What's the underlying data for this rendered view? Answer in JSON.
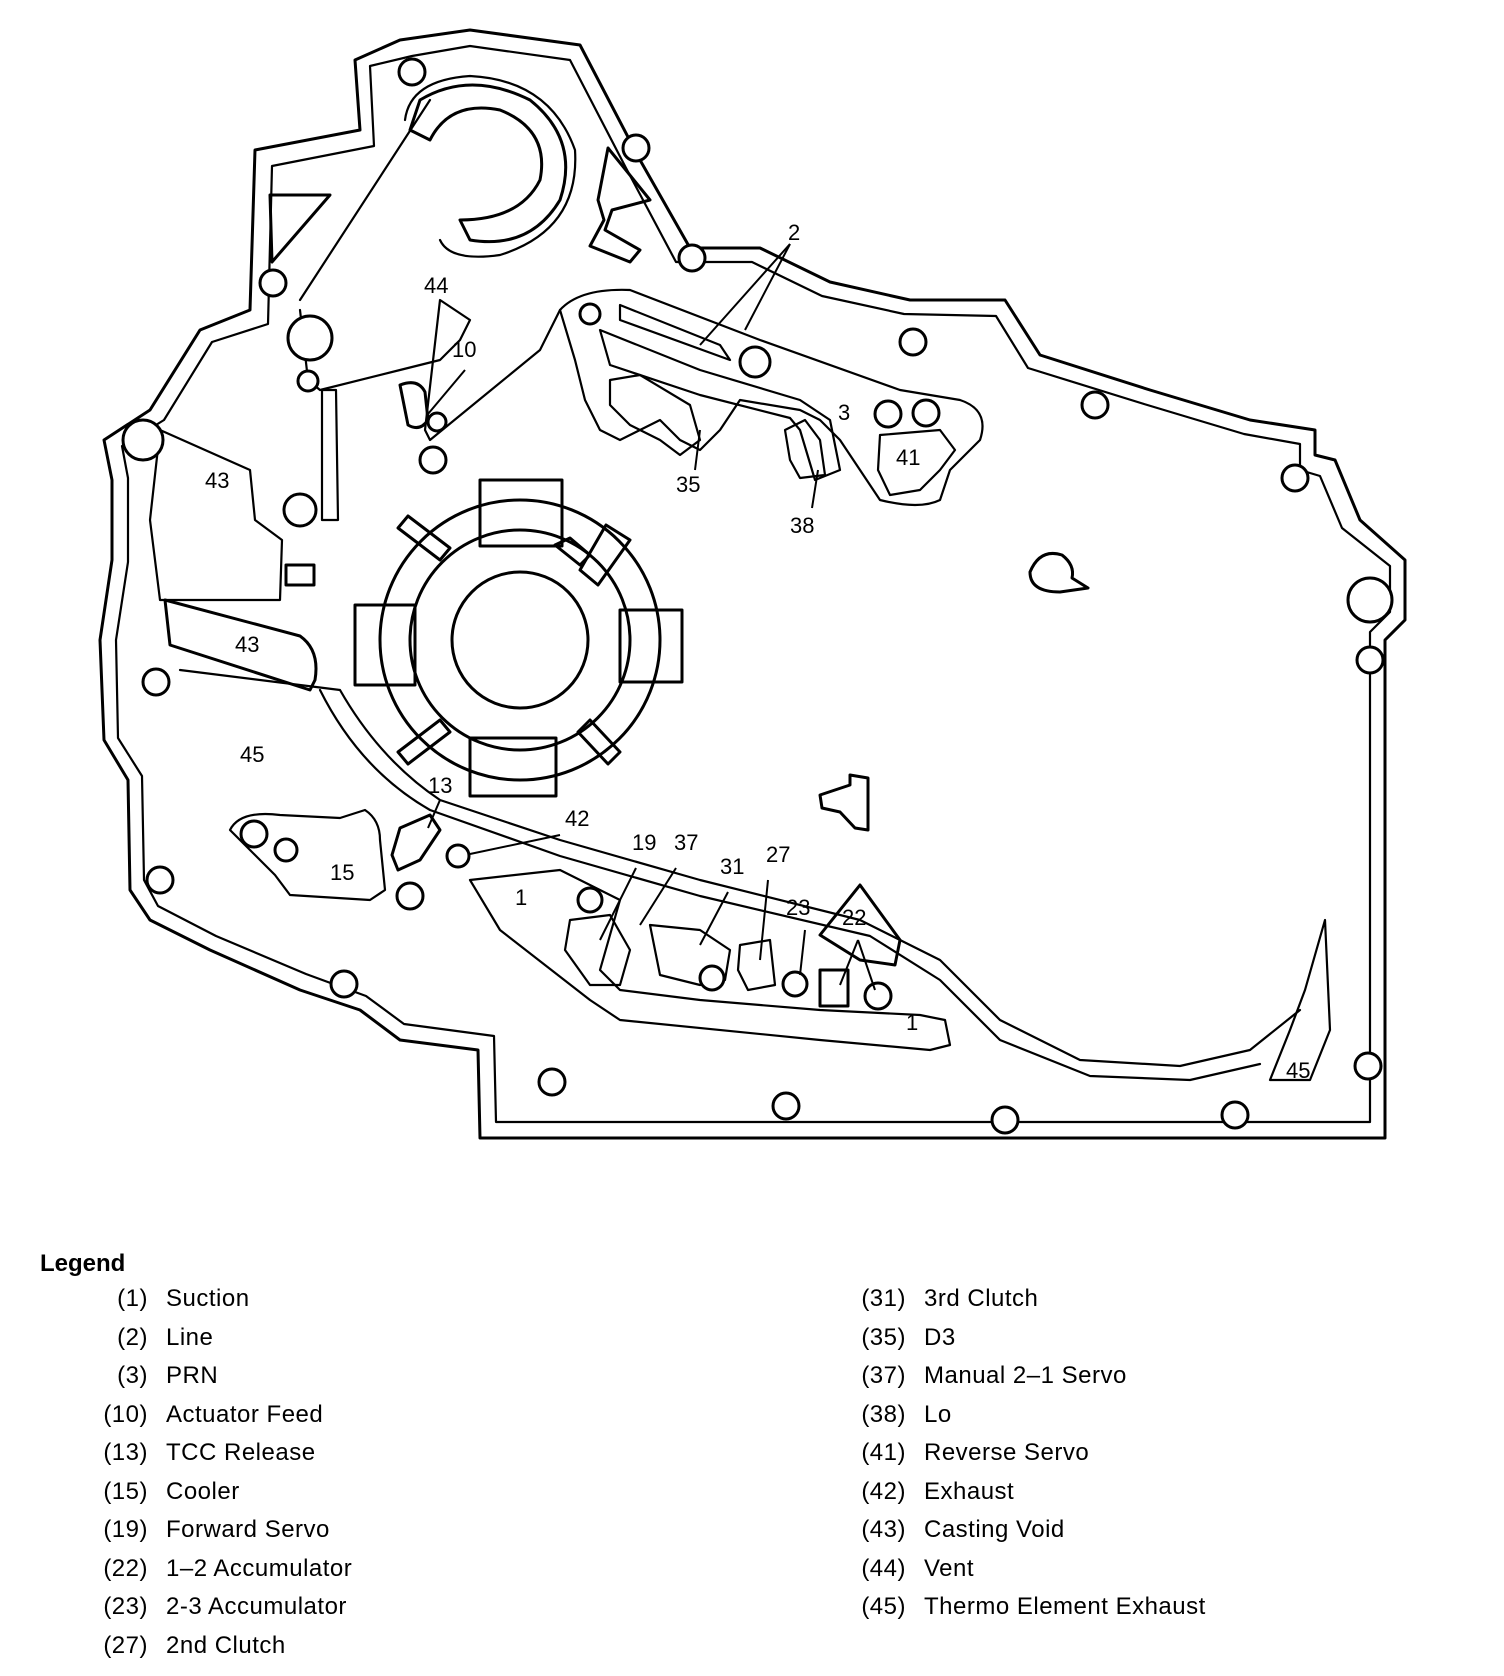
{
  "diagram": {
    "callouts": [
      "44",
      "10",
      "43",
      "43",
      "45",
      "2",
      "3",
      "41",
      "35",
      "38",
      "13",
      "42",
      "15",
      "1",
      "19",
      "37",
      "31",
      "27",
      "23",
      "22",
      "1",
      "45"
    ]
  },
  "legend": {
    "title": "Legend",
    "left": [
      {
        "num": "(1)",
        "label": "Suction"
      },
      {
        "num": "(2)",
        "label": "Line"
      },
      {
        "num": "(3)",
        "label": "PRN"
      },
      {
        "num": "(10)",
        "label": "Actuator Feed"
      },
      {
        "num": "(13)",
        "label": "TCC Release"
      },
      {
        "num": "(15)",
        "label": "Cooler"
      },
      {
        "num": "(19)",
        "label": "Forward Servo"
      },
      {
        "num": "(22)",
        "label": "1–2 Accumulator"
      },
      {
        "num": "(23)",
        "label": "2-3 Accumulator"
      },
      {
        "num": "(27)",
        "label": "2nd Clutch"
      }
    ],
    "right": [
      {
        "num": "(31)",
        "label": "3rd Clutch"
      },
      {
        "num": "(35)",
        "label": "D3"
      },
      {
        "num": "(37)",
        "label": "Manual 2–1 Servo"
      },
      {
        "num": "(38)",
        "label": "Lo"
      },
      {
        "num": "(41)",
        "label": "Reverse Servo"
      },
      {
        "num": "(42)",
        "label": "Exhaust"
      },
      {
        "num": "(43)",
        "label": "Casting Void"
      },
      {
        "num": "(44)",
        "label": "Vent"
      },
      {
        "num": "(45)",
        "label": "Thermo Element Exhaust"
      }
    ]
  }
}
